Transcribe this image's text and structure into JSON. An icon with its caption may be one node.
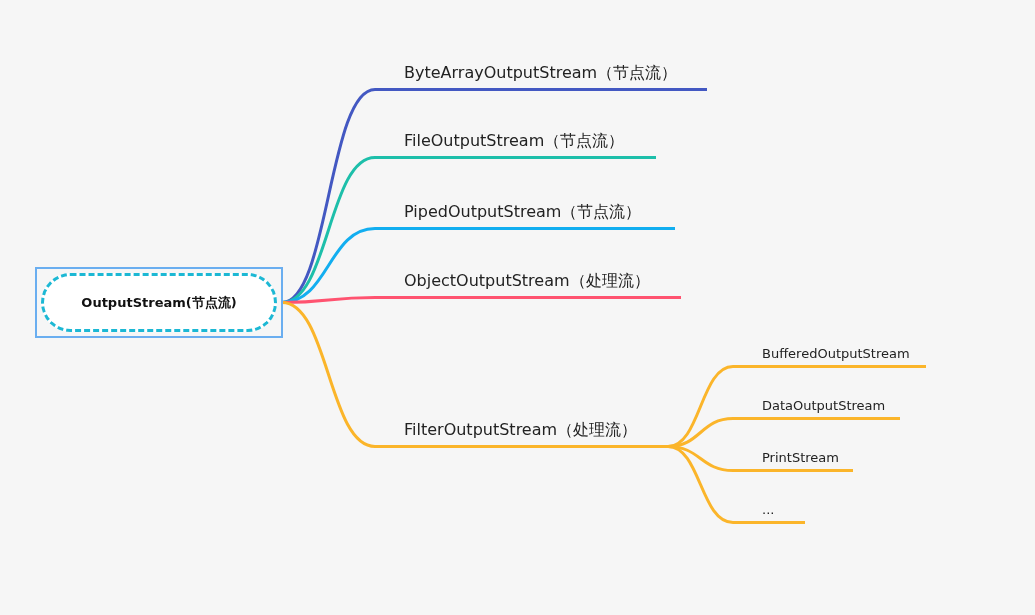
{
  "diagram": {
    "nodes": [
      {
        "text": [
          "OutputStream(节点流)"
        ]
      },
      {
        "text": [
          "ByteArrayOutputStream（节点流）"
        ]
      },
      {
        "text": [
          "FileOutputStream（节点流）"
        ]
      },
      {
        "text": [
          "PipedOutputStream（节点流）"
        ]
      },
      {
        "text": [
          "ObjectOutputStream（处理流）"
        ]
      },
      {
        "text": [
          "FilterOutputStream（处理流）"
        ]
      },
      {
        "text": [
          "BufferedOutputStream"
        ]
      },
      {
        "text": [
          "DataOutputStream"
        ]
      },
      {
        "text": [
          "PrintStream"
        ]
      },
      {
        "text": [
          "..."
        ]
      }
    ],
    "edges": [
      {
        "from": 0,
        "to": 1,
        "arrow": "none",
        "color": "#4358c2"
      },
      {
        "from": 0,
        "to": 2,
        "arrow": "none",
        "color": "#1dbfaa"
      },
      {
        "from": 0,
        "to": 3,
        "arrow": "none",
        "color": "#12aef0"
      },
      {
        "from": 0,
        "to": 4,
        "arrow": "none",
        "color": "#ff5370"
      },
      {
        "from": 0,
        "to": 5,
        "arrow": "none"
      },
      {
        "from": 5,
        "to": 6,
        "arrow": "none"
      },
      {
        "from": 5,
        "to": 7,
        "arrow": "none"
      },
      {
        "from": 5,
        "to": 8,
        "arrow": "none"
      },
      {
        "from": 5,
        "to": 9,
        "arrow": "none"
      }
    ]
  }
}
